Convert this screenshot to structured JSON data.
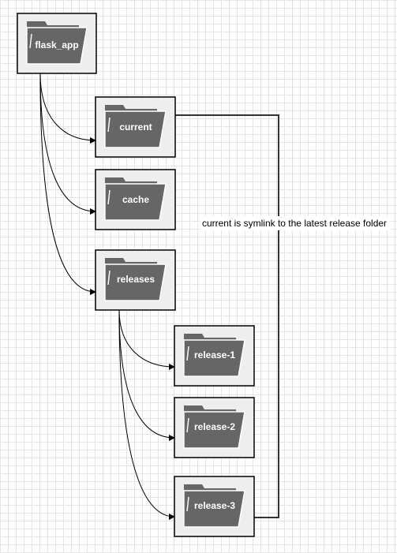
{
  "nodes": {
    "flask_app": "flask_app",
    "current": "current",
    "cache": "cache",
    "releases": "releases",
    "release_1": "release-1",
    "release_2": "release-2",
    "release_3": "release-3"
  },
  "annotation": "current is symlink to the latest release folder",
  "colors": {
    "folder": "#666666",
    "node_fill": "#eeeeee",
    "grid": "#e4e4e4"
  }
}
